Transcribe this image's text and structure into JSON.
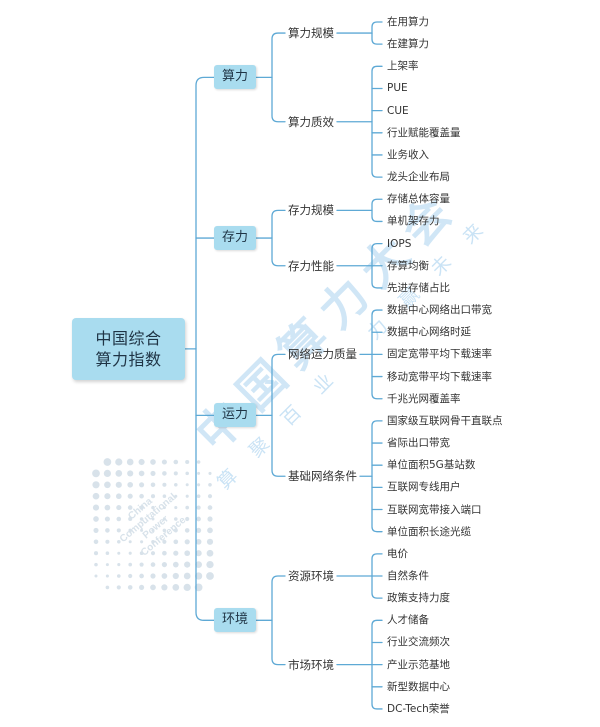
{
  "root": {
    "line1": "中国综合",
    "line2": "算力指数"
  },
  "branches": [
    {
      "label": "算力",
      "groups": [
        {
          "label": "算力规模",
          "items": [
            "在用算力",
            "在建算力"
          ]
        },
        {
          "label": "算力质效",
          "items": [
            "上架率",
            "PUE",
            "CUE",
            "行业赋能覆盖量",
            "业务收入",
            "龙头企业布局"
          ]
        }
      ]
    },
    {
      "label": "存力",
      "groups": [
        {
          "label": "存力规模",
          "items": [
            "存储总体容量",
            "单机架存力"
          ]
        },
        {
          "label": "存力性能",
          "items": [
            "IOPS",
            "存算均衡",
            "先进存储占比"
          ]
        }
      ]
    },
    {
      "label": "运力",
      "groups": [
        {
          "label": "网络运力质量",
          "items": [
            "数据中心网络出口带宽",
            "数据中心网络时延",
            "固定宽带平均下载速率",
            "移动宽带平均下载速率",
            "千兆光网覆盖率"
          ]
        },
        {
          "label": "基础网络条件",
          "items": [
            "国家级互联网骨干直联点",
            "省际出口带宽",
            "单位面积5G基站数",
            "互联网专线用户",
            "互联网宽带接入端口",
            "单位面积长途光缆"
          ]
        }
      ]
    },
    {
      "label": "环境",
      "groups": [
        {
          "label": "资源环境",
          "items": [
            "电价",
            "自然条件",
            "政策支持力度"
          ]
        },
        {
          "label": "市场环境",
          "items": [
            "人才储备",
            "行业交流频次",
            "产业示范基地",
            "新型数据中心",
            "DC-Tech荣誉"
          ]
        }
      ]
    }
  ],
  "watermark": {
    "title": "中国算力大会",
    "slogan": "算聚百业 力赢未来",
    "logo_text": [
      "China",
      "Computational",
      "Power",
      "Conference"
    ]
  },
  "colors": {
    "node_fill": "#a9dcef",
    "node_text": "#1f3445",
    "text": "#333333",
    "line": "#5ea9d5",
    "watermark": "#8cc2ea",
    "logo": "#a9c0d2"
  }
}
